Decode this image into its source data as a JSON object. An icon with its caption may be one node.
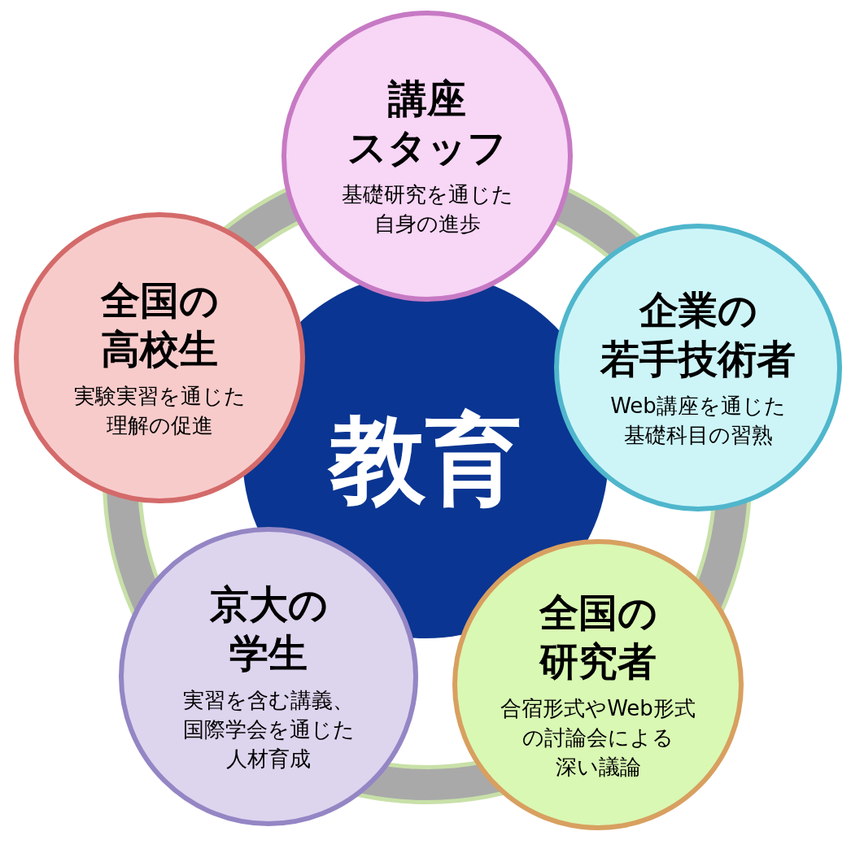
{
  "diagram": {
    "nodes": [
      {
        "text": [
          "教育"
        ]
      },
      {
        "text": [
          "講座スタッフ",
          "基礎研究を通じた自身の進歩"
        ]
      },
      {
        "text": [
          "全国の高校生",
          "実験実習を通じた理解の促進"
        ]
      },
      {
        "text": [
          "企業の若手技術者",
          "Web講座を通じた基礎科目の習熟"
        ]
      },
      {
        "text": [
          "京大の学生",
          "実習を含む講義、国際学会を通じた人材育成"
        ]
      },
      {
        "text": [
          "全国の研究者",
          "合宿形式やWeb形式の討論会による深い議論"
        ]
      }
    ]
  }
}
